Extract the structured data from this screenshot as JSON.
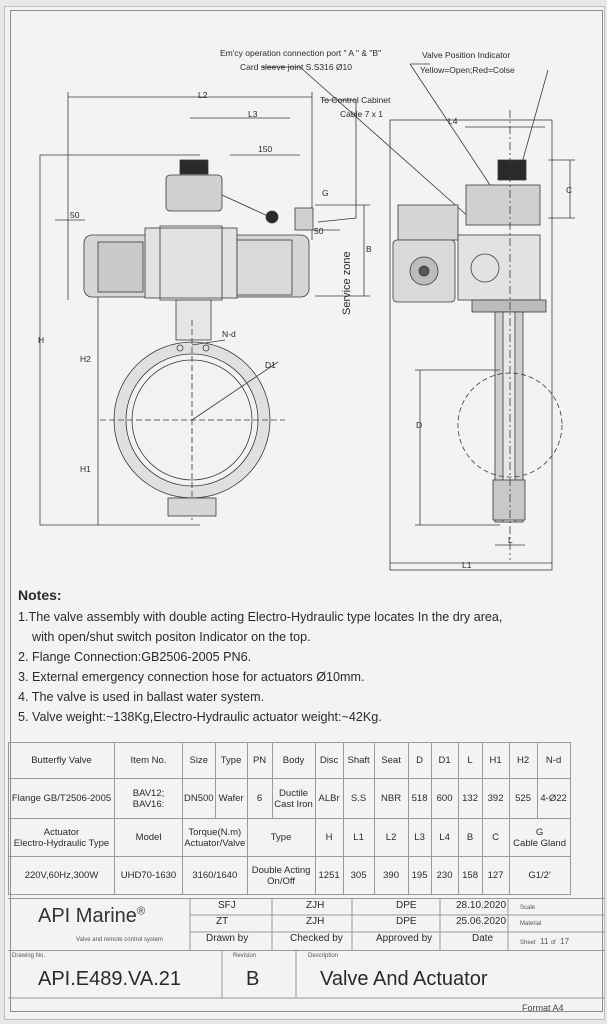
{
  "drawing": {
    "labels": {
      "emergency": "Em'cy operation connection port \" A \" & \"B\"",
      "card_sleeve": "Card sleeve joint S.S316 Ø10",
      "position_indicator": "Valve Position Indicator",
      "indicator_colors": "Yellow=Open;Red=Colse",
      "control_cabinet": "To Control Cabinet",
      "cable": "Cable 7 x 1",
      "service_zone": "Service zone",
      "L2": "L2",
      "L3": "L3",
      "L4": "L4",
      "L1": "L1",
      "L": "L",
      "dim_150": "150",
      "dim_50a": "50",
      "dim_50b": "50",
      "H": "H",
      "H1": "H1",
      "H2": "H2",
      "B": "B",
      "C": "C",
      "D": "D",
      "D1": "D1",
      "G": "G",
      "Nd": "N-d"
    },
    "colors": {
      "line": "#3a3a3a",
      "body": "#bcbcbc",
      "dark": "#2a2a2a"
    }
  },
  "notes": {
    "title": "Notes:",
    "items": [
      "1.The valve assembly with double acting Electro-Hydraulic type locates In the dry area,",
      "with open/shut switch positon Indicator on the top.",
      "2. Flange Connection:GB2506-2005 PN6.",
      "3. External emergency connection hose for actuators Ø10mm.",
      "4. The valve is used in ballast water system.",
      "5. Valve weight:~138Kg,Electro-Hydraulic actuator weight:~42Kg."
    ]
  },
  "spec_table": {
    "valve_header": [
      "Butterfly Valve",
      "Item No.",
      "Size",
      "Type",
      "PN",
      "Body",
      "Disc",
      "Shaft",
      "Seat",
      "D",
      "D1",
      "L",
      "H1",
      "H2",
      "N-d"
    ],
    "valve_row": [
      "Flange GB/T2506-2005",
      "BAV12;\nBAV16:",
      "DN500",
      "Wafer",
      "6",
      "Ductile\nCast Iron",
      "ALBr",
      "S.S",
      "NBR",
      "518",
      "600",
      "132",
      "392",
      "525",
      "4-Ø22"
    ],
    "actuator_header": [
      "Actuator\nElectro-Hydraulic Type",
      "Model",
      "Torque(N.m)\nActuator/Valve",
      "Type",
      "H",
      "L1",
      "L2",
      "L3",
      "L4",
      "B",
      "C",
      "G\nCable Gland"
    ],
    "actuator_row": [
      "220V,60Hz,300W",
      "UHD70-1630",
      "3160/1640",
      "Double Acting\nOn/Off",
      "1251",
      "305",
      "390",
      "195",
      "230",
      "158",
      "127",
      "G1/2'"
    ]
  },
  "title_block": {
    "company": "API Marine",
    "registered": "®",
    "tagline": "Valve and remote control system",
    "drawn": "SFJ",
    "drawn2": "ZT",
    "checked": "ZJH",
    "checked2": "ZJH",
    "approved": "DPE",
    "approved2": "DPE",
    "date1": "28.10.2020",
    "date2": "25.06.2020",
    "scale": "Scale",
    "material": "Material",
    "sheet_label": "Sheet",
    "sheet_no": "11",
    "of": "of",
    "sheet_total": "17",
    "drawn_by": "Drawn by",
    "checked_by": "Checked by",
    "approved_by": "Approved by",
    "date": "Date",
    "drawing_no_label": "Drawing No.",
    "revision_label": "Revision",
    "description_label": "Description",
    "drawing_no": "API.E489.VA.21",
    "revision": "B",
    "description": "Valve And Actuator",
    "format": "Format A4"
  }
}
